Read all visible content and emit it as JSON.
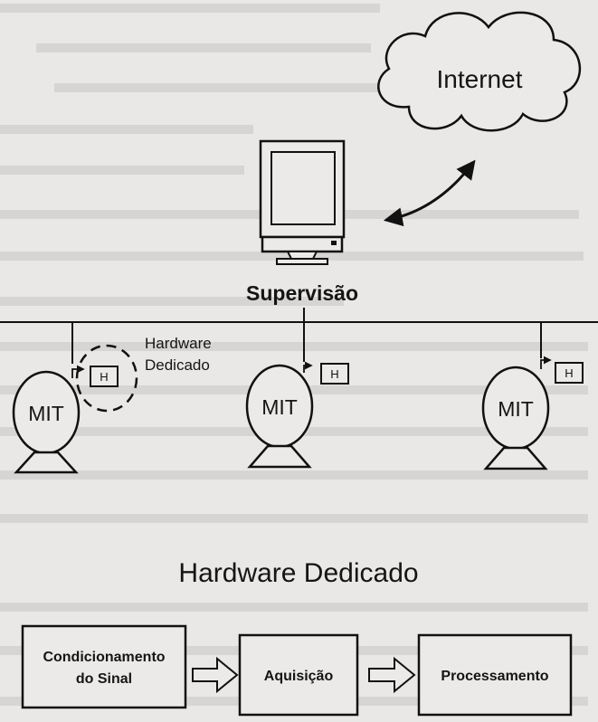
{
  "cloud": {
    "label": "Internet"
  },
  "supervisor": {
    "label": "Supervisão"
  },
  "dedicated_callout": {
    "line1": "Hardware",
    "line2": "Dedicado"
  },
  "motors": [
    {
      "label": "MIT",
      "hw_label": "H"
    },
    {
      "label": "MIT",
      "hw_label": "H"
    },
    {
      "label": "MIT",
      "hw_label": "H"
    }
  ],
  "section_title": "Hardware Dedicado",
  "pipeline": {
    "stage1_line1": "Condicionamento",
    "stage1_line2": "do Sinal",
    "stage2": "Aquisição",
    "stage3": "Processamento"
  }
}
